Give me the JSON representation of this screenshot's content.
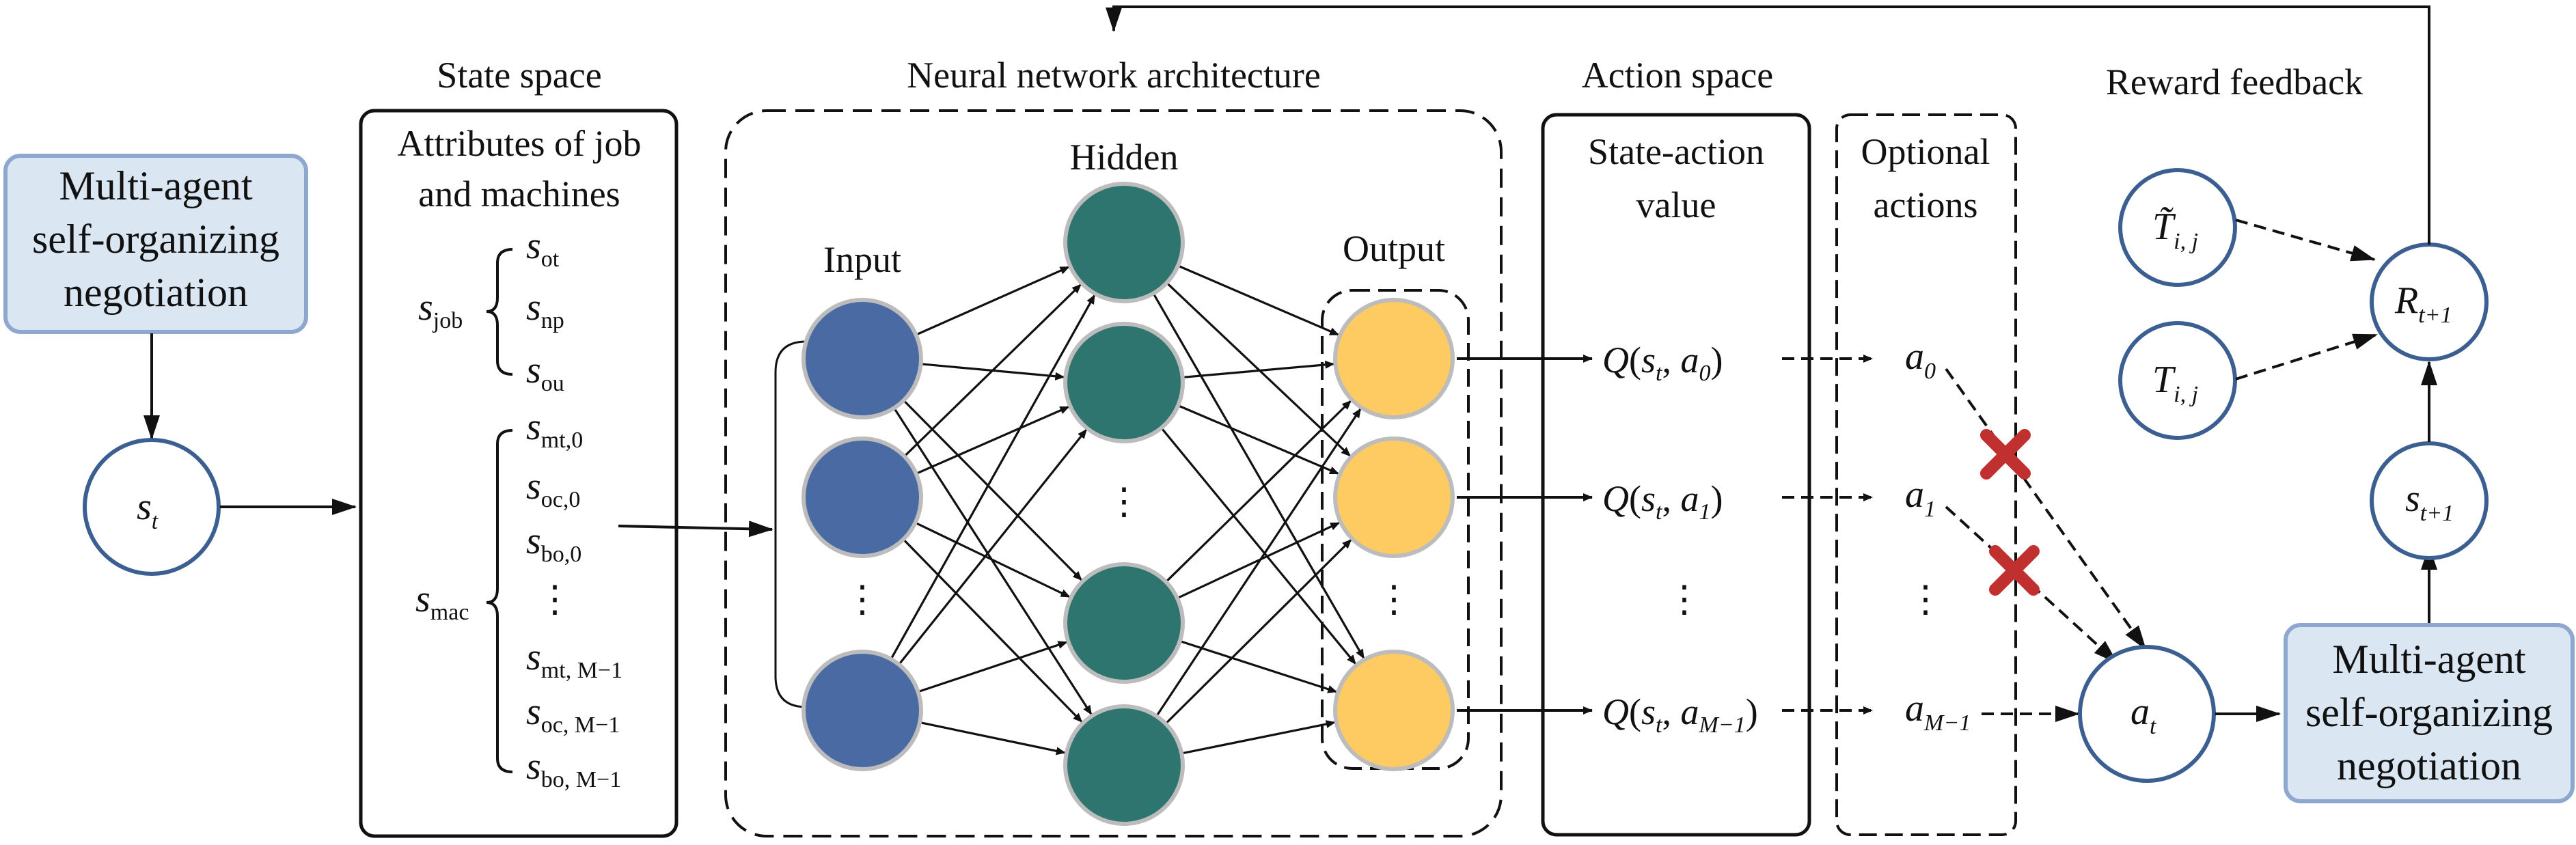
{
  "sections": {
    "state_space": "State space",
    "neural_network": "Neural network architecture",
    "action_space": "Action space",
    "reward_feedback": "Reward feedback"
  },
  "negotiation_label": [
    "Multi-agent",
    "self-organizing",
    "negotiation"
  ],
  "state_box": {
    "title": [
      "Attributes of job",
      "and machines"
    ],
    "job_symbol": "s",
    "job_sub": "job",
    "job_items": [
      {
        "sym": "s",
        "sub": "ot"
      },
      {
        "sym": "s",
        "sub": "np"
      },
      {
        "sym": "s",
        "sub": "ou"
      }
    ],
    "mac_symbol": "s",
    "mac_sub": "mac",
    "mac_items": [
      {
        "sym": "s",
        "sub": "mt,0"
      },
      {
        "sym": "s",
        "sub": "oc,0"
      },
      {
        "sym": "s",
        "sub": "bo,0"
      },
      {
        "sym": "⋮",
        "sub": ""
      },
      {
        "sym": "s",
        "sub": "mt, M−1"
      },
      {
        "sym": "s",
        "sub": "oc, M−1"
      },
      {
        "sym": "s",
        "sub": "bo, M−1"
      }
    ]
  },
  "state_node": {
    "sym": "s",
    "sub": "t"
  },
  "network": {
    "input_label": "Input",
    "hidden_label": "Hidden",
    "output_label": "Output",
    "ellipsis": "⋮",
    "colors": {
      "input": "#4a6aa3",
      "hidden": "#2e7570",
      "output": "#fecb63",
      "node_stroke": "#bcbcbc"
    }
  },
  "action_box": {
    "title": [
      "State-action",
      "value"
    ],
    "q_values": [
      {
        "pre": "Q(",
        "s": "s",
        "s_sub": "t",
        "mid": ", ",
        "a": "a",
        "a_sub": "0",
        "post": ")"
      },
      {
        "pre": "Q(",
        "s": "s",
        "s_sub": "t",
        "mid": ", ",
        "a": "a",
        "a_sub": "1",
        "post": ")"
      },
      {
        "pre": "Q(",
        "s": "s",
        "s_sub": "t",
        "mid": ", ",
        "a": "a",
        "a_sub": "M−1",
        "post": ")"
      }
    ],
    "ellipsis": "⋮"
  },
  "optional_box": {
    "title": [
      "Optional",
      "actions"
    ],
    "actions": [
      {
        "sym": "a",
        "sub": "0"
      },
      {
        "sym": "a",
        "sub": "1"
      },
      {
        "sym": "a",
        "sub": "M−1"
      }
    ],
    "ellipsis": "⋮",
    "cross_color": "#c0302f"
  },
  "action_node": {
    "sym": "a",
    "sub": "t"
  },
  "reward": {
    "t_tilde": {
      "sym": "T̃",
      "sub": "i, j"
    },
    "t": {
      "sym": "T",
      "sub": "i, j"
    },
    "r": {
      "sym": "R",
      "sub": "t+1"
    },
    "s_next": {
      "sym": "s",
      "sub": "t+1"
    }
  },
  "colors": {
    "node_border": "#3c5f92",
    "negotiation_fill": "#dbe6f3",
    "negotiation_border": "#8ea7cf",
    "line": "#111111"
  }
}
